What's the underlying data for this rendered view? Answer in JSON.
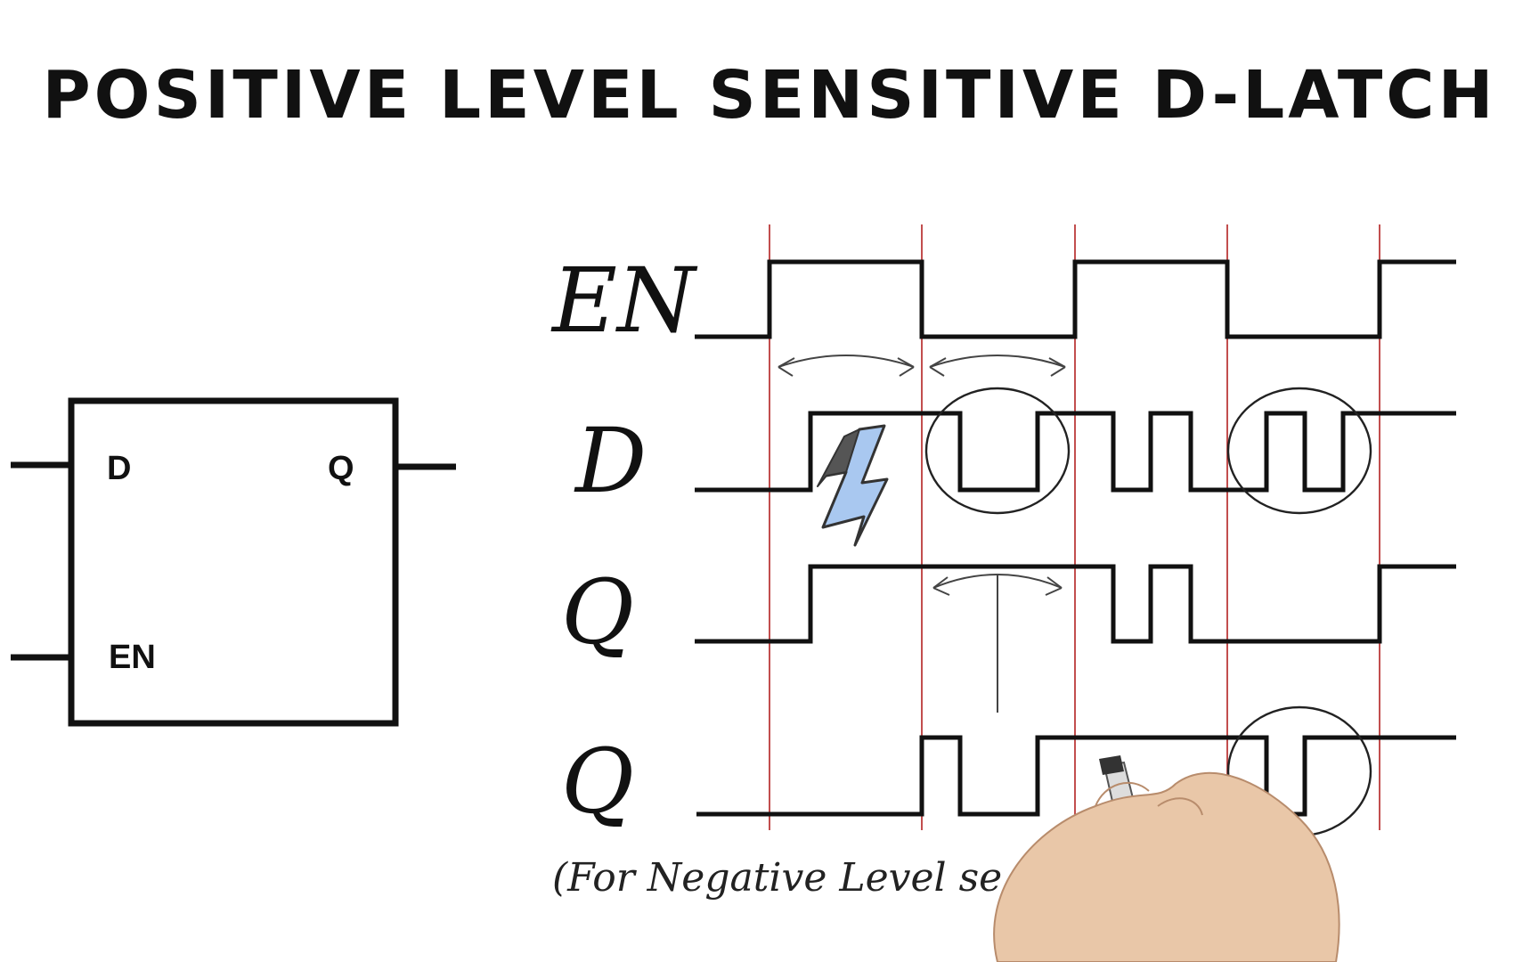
{
  "title": "POSITIVE LEVEL SENSITIVE D-LATCH",
  "latch_block": {
    "input_d_label": "D",
    "output_q_label": "Q",
    "enable_label": "EN"
  },
  "signals": {
    "en_label": "EN",
    "d_label": "D",
    "q_label": "Q",
    "q_negative_label": "Q"
  },
  "note": "(For Negative Level se",
  "colors": {
    "ink": "#111111",
    "guide_line": "#b22222",
    "bolt_fill": "#a9c8f0",
    "bolt_outline": "#333333",
    "skin": "#e9c7a8"
  },
  "icons": {
    "bolt": "lightning-bolt-icon",
    "hand": "hand-holding-marker"
  }
}
